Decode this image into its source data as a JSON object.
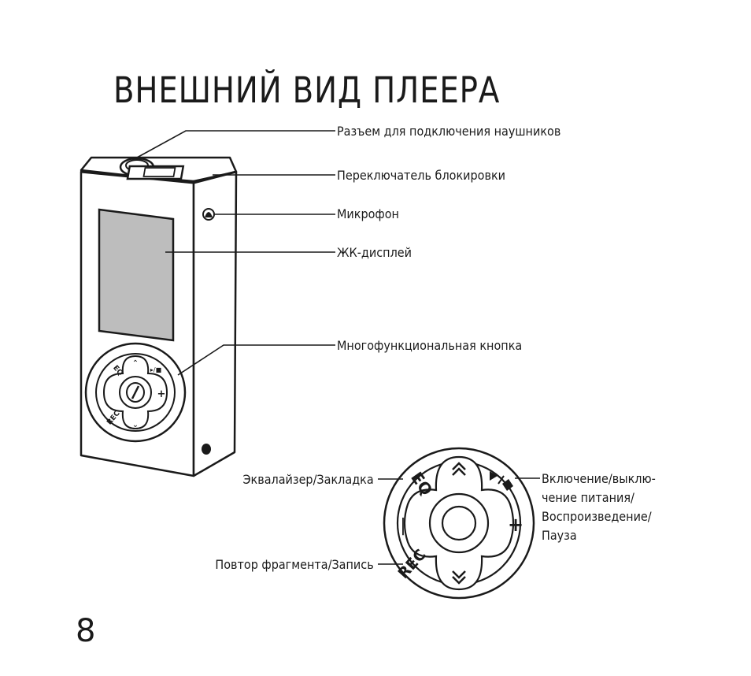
{
  "page": {
    "title": "ВНЕШНИЙ ВИД ПЛЕЕРА",
    "page_number": "8"
  },
  "callouts": {
    "headphone_jack": "Разъем для подключения наушников",
    "lock_switch": "Переключатель блокировки",
    "microphone": "Микрофон",
    "lcd_display": "ЖК-дисплей",
    "multi_button": "Многофункциональная кнопка",
    "equalizer_bookmark": "Эквалайзер/Закладка",
    "repeat_record": "Повтор фрагмента/Запись",
    "power_play_line1": "Включение/выклю-",
    "power_play_line2": "чение питания/",
    "power_play_line3": "Воспроизведение/",
    "power_play_line4": "Пауза"
  },
  "button_labels": {
    "eq": "EQ",
    "rec": "REC",
    "plus": "+",
    "minus": "|"
  },
  "colors": {
    "ink": "#1a1a1a",
    "screen": "#bdbdbd",
    "body": "#ffffff"
  }
}
